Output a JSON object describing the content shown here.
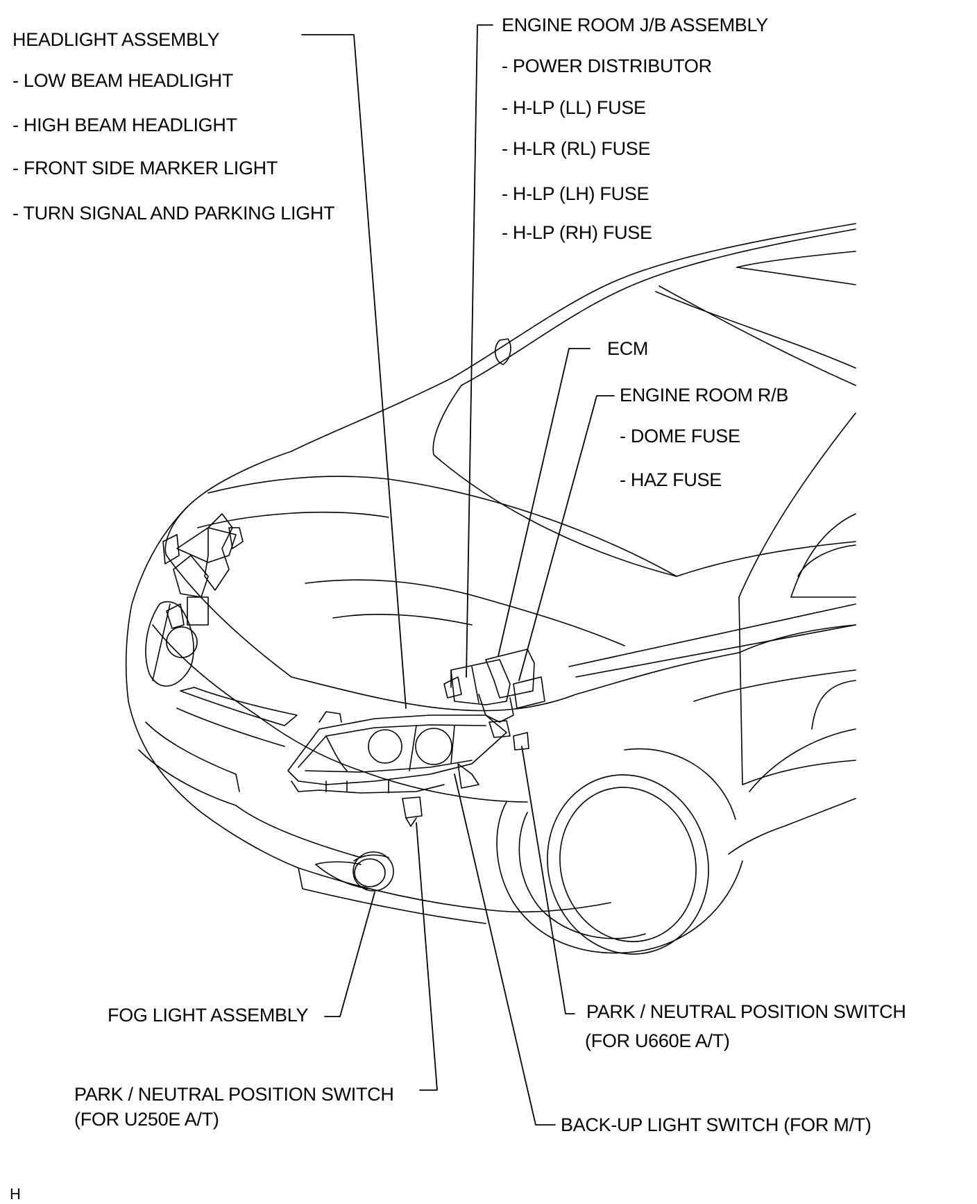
{
  "headlight": {
    "title": "HEADLIGHT ASSEMBLY",
    "items": [
      "- LOW BEAM HEADLIGHT",
      "- HIGH BEAM HEADLIGHT",
      "- FRONT SIDE MARKER LIGHT",
      "- TURN SIGNAL AND PARKING LIGHT"
    ]
  },
  "engine_room_jb": {
    "title": "ENGINE ROOM J/B ASSEMBLY",
    "items": [
      "- POWER DISTRIBUTOR",
      "- H-LP (LL) FUSE",
      "- H-LR (RL) FUSE",
      "- H-LP (LH) FUSE",
      "- H-LP (RH) FUSE"
    ]
  },
  "ecm": {
    "title": "ECM"
  },
  "engine_room_rb": {
    "title": "ENGINE ROOM R/B",
    "items": [
      "- DOME FUSE",
      "- HAZ FUSE"
    ]
  },
  "fog_light": {
    "title": "FOG LIGHT ASSEMBLY"
  },
  "pnp_u660e": {
    "line1": "PARK / NEUTRAL POSITION SWITCH",
    "line2": "(FOR U660E A/T)"
  },
  "pnp_u250e": {
    "line1": "PARK / NEUTRAL POSITION SWITCH",
    "line2": "(FOR U250E A/T)"
  },
  "backup_switch": {
    "title": "BACK-UP LIGHT SWITCH  (FOR M/T)"
  },
  "corner_mark": "H"
}
